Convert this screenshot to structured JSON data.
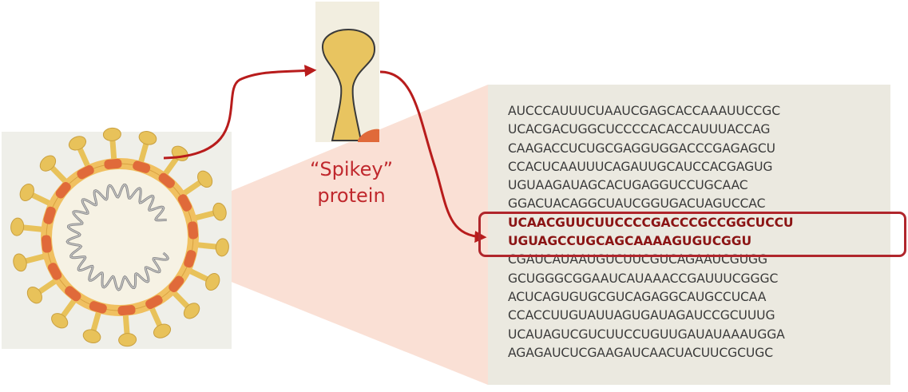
{
  "label": {
    "line1": "“Spikey”",
    "line2": "protein",
    "color": "#c0282d"
  },
  "sequence": {
    "lines": [
      "AUCCCAUUUCUAAUCGAGCACCAAAUUCCGC",
      "UCACGACUGGCUCCCCACACCAUUUACCAG",
      "CAAGACCUCUGCGAGGUGGACCCGAGAGCU",
      "CCACUCAAUUUCAGAUUGCAUCCACGAGUG",
      "UGUAAGAUAGCACUGAGGUCCUGCAAC",
      "GGACUACAGGCUAUCGGUGACUAGUCCAC",
      "UCAACGUUCUUCCCCGACCCGCCGGCUCCU",
      "UGUAGCCUGCAGCAAAAGUGUCGGU",
      "CGAUCAUAAUGUCUUCGUCAGAAUCGUGG",
      "GCUGGGCGGAAUCAUAAACCGAUUUCGGGC",
      "ACUCAGUGUGCGUCAGAGGCAUGCCUCAA",
      "CCACCUUGUAUUAGUGAUAGAUCCGCUUUG",
      "UCAUAGUCGUCUUCCUGUUGAUAUAAAUGGA",
      "AGAGAUCUCGAAGAUCAACUACUUCGCUGC"
    ],
    "highlight_color": "#8b1414",
    "box_color": "#b0262c"
  },
  "colors": {
    "arrow": "#b81c1c",
    "spike": "#e8c25a",
    "membrane": "#f0c060",
    "protein": "#e06a3a",
    "zoom_wedge": "#f7d9cc"
  }
}
